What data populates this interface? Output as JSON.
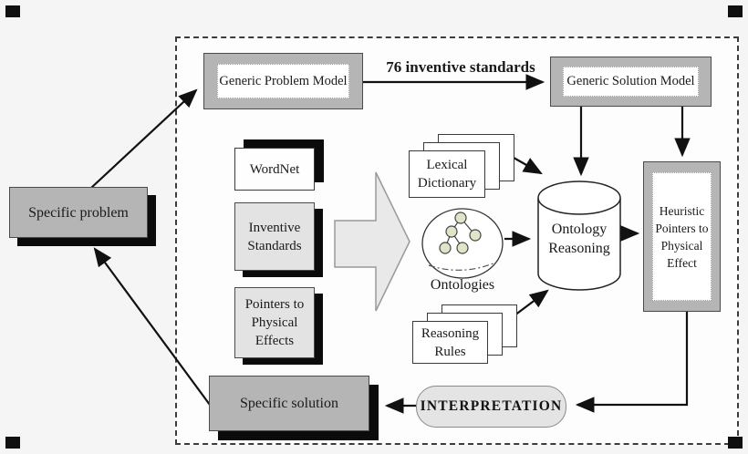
{
  "figure": {
    "title_semantic": "Ontology-based inventive problem solving process diagram",
    "boxes": {
      "specific_problem": {
        "label": "Specific problem"
      },
      "generic_problem_model": {
        "label": "Generic Problem Model"
      },
      "generic_solution_model": {
        "label": "Generic Solution Model"
      },
      "wordnet": {
        "label": "WordNet"
      },
      "inventive_standards": {
        "label": "Inventive\nStandards"
      },
      "pointers_physical_effects": {
        "label": "Pointers to\nPhysical\nEffects"
      },
      "lexical_dictionary": {
        "label": "Lexical\nDictionary"
      },
      "reasoning_rules": {
        "label": "Reasoning\nRules"
      },
      "ontologies": {
        "label": "Ontologies"
      },
      "ontology_reasoning": {
        "label": "Ontology\nReasoning"
      },
      "heuristic_pointers": {
        "label": "Heuristic\nPointers to\nPhysical\nEffect"
      },
      "specific_solution": {
        "label": "Specific solution"
      },
      "interpretation": {
        "label": "INTERPRETATION"
      }
    },
    "edge_labels": {
      "standards_arrow": "76 inventive standards"
    },
    "colors": {
      "background": "#f5f5f5",
      "inner_background": "#fdfdfd",
      "medium_gray_box": "#b5b5b5",
      "light_gray_box": "#e3e3e3",
      "shadow": "#0b0b0b",
      "arrow_stroke": "#111111",
      "block_arrow_fill": "#e9e9e9",
      "ontology_node_fill": "#dfe5c9"
    }
  }
}
